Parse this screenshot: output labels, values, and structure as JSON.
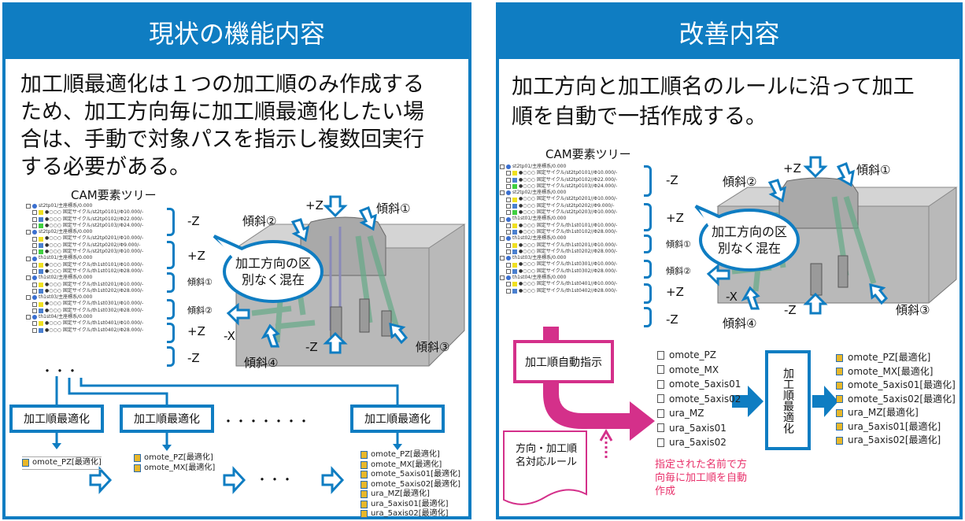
{
  "left": {
    "title": "現状の機能内容",
    "lead": [
      "加工順最適化は１つの加工順のみ作成する",
      "ため、加工方向毎に加工順最適化したい場",
      "合は、手動で対象パスを指示し複数回実行",
      "する必要がある。"
    ],
    "tree_label": "CAM要素ツリー",
    "tree": [
      {
        "t": "h",
        "text": "st2tp01/主座標系/0.000"
      },
      {
        "t": "i",
        "c": "y",
        "text": "●○○○ 固定サイクル/st2tp0101//Φ10.000/-"
      },
      {
        "t": "i",
        "c": "b",
        "text": "●○○○ 固定サイクル/st2tp0102//Φ22.000/-"
      },
      {
        "t": "i",
        "c": "g",
        "text": "●○○○ 固定サイクル/st2tp0103//Φ24.000/-"
      },
      {
        "t": "h",
        "text": "st2tp02/主座標系/0.000"
      },
      {
        "t": "i",
        "c": "y",
        "text": "●○○○ 固定サイクル/st2tp0201//Φ10.000/-"
      },
      {
        "t": "i",
        "c": "b",
        "text": "●○○○ 固定サイクル/st2tp0202//Φ9.000/-"
      },
      {
        "t": "i",
        "c": "g",
        "text": "●○○○ 固定サイクル/st2tp0203//Φ10.000/-"
      },
      {
        "t": "h",
        "text": "th1st01/主座標系/0.000"
      },
      {
        "t": "i",
        "c": "y",
        "text": "●○○○ 固定サイクル/th1st0101//Φ10.000/-"
      },
      {
        "t": "i",
        "c": "b",
        "text": "●○○○ 固定サイクル/th1st0102//Φ28.000/-"
      },
      {
        "t": "h",
        "text": "th1st02/主座標系/0.000"
      },
      {
        "t": "i",
        "c": "y",
        "text": "●○○○ 固定サイクル/th1st0201//Φ10.000/-"
      },
      {
        "t": "i",
        "c": "b",
        "text": "●○○○ 固定サイクル/th1st0202//Φ28.000/-"
      },
      {
        "t": "h",
        "text": "th1st03/主座標系/0.000"
      },
      {
        "t": "i",
        "c": "y",
        "text": "●○○○ 固定サイクル/th1st0301//Φ10.000/-"
      },
      {
        "t": "i",
        "c": "b",
        "text": "●○○○ 固定サイクル/th1st0302//Φ28.000/-"
      },
      {
        "t": "h",
        "text": "th1st04/主座標系/0.000"
      },
      {
        "t": "i",
        "c": "y",
        "text": "●○○○ 固定サイクル/th1st0401//Φ10.000/-"
      },
      {
        "t": "i",
        "c": "b",
        "text": "●○○○ 固定サイクル/th1st0402//Φ28.000/-"
      }
    ],
    "groups": [
      "-Z",
      "+Z",
      "傾斜①",
      "傾斜②",
      "+Z",
      "-Z"
    ],
    "bubble": [
      "加工方向の区",
      "別なく混在"
    ],
    "model_labels": {
      "pz": "+Z",
      "t1": "傾斜①",
      "t2": "傾斜②",
      "mx": "-X",
      "t4": "傾斜④",
      "mz": "-Z",
      "t3": "傾斜③"
    },
    "dots": "・・・",
    "hdots": "・・・・・・・",
    "vdots": "・・・",
    "opt_button": "加工順最適化",
    "result1": [
      "omote_PZ[最適化]"
    ],
    "result2": [
      "omote_PZ[最適化]",
      "omote_MX[最適化]"
    ],
    "result3": [
      "omote_PZ[最適化]",
      "omote_MX[最適化]",
      "omote_5axis01[最適化]",
      "omote_5axis02[最適化]",
      "ura_MZ[最適化]",
      "ura_5axis01[最適化]",
      "ura_5axis02[最適化]"
    ]
  },
  "right": {
    "title": "改善内容",
    "lead": [
      "加工方向と加工順名のルールに沿って加工",
      "順を自動で一括作成する。"
    ],
    "auto_button": "加工順自動指示",
    "rule_doc": [
      "方向・加工順",
      "名対応ルール"
    ],
    "names": [
      "omote_PZ",
      "omote_MX",
      "omote_5axis01",
      "omote_5axis02",
      "ura_MZ",
      "ura_5axis01",
      "ura_5axis02"
    ],
    "note": [
      "指定された名前で方",
      "向毎に加工順を自動",
      "作成"
    ],
    "opt_vertical": "加工順最適化",
    "results": [
      "omote_PZ[最適化]",
      "omote_MX[最適化]",
      "omote_5axis01[最適化]",
      "omote_5axis02[最適化]",
      "ura_MZ[最適化]",
      "ura_5axis01[最適化]",
      "ura_5axis02[最適化]"
    ]
  },
  "colors": {
    "blue": "#0f7dc2",
    "magenta": "#d4308a",
    "note": "#e8306a"
  }
}
